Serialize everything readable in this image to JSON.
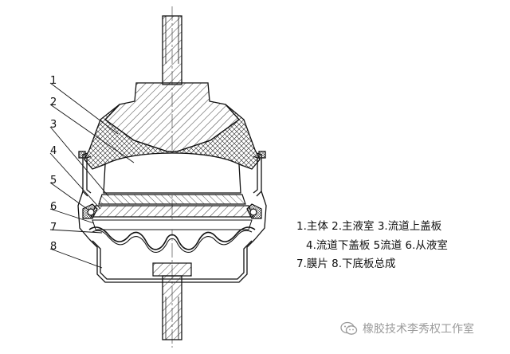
{
  "diagram": {
    "callouts": [
      "1",
      "2",
      "3",
      "4",
      "5",
      "6",
      "7",
      "8"
    ],
    "legend": [
      "1.主体  2.主液室  3.流道上盖板",
      "4.流道下盖板  5流道  6.从液室",
      "7.膜片  8.下底板总成"
    ]
  },
  "watermark": {
    "icon": "wechat-icon",
    "text": "橡胶技术李秀权工作室"
  }
}
